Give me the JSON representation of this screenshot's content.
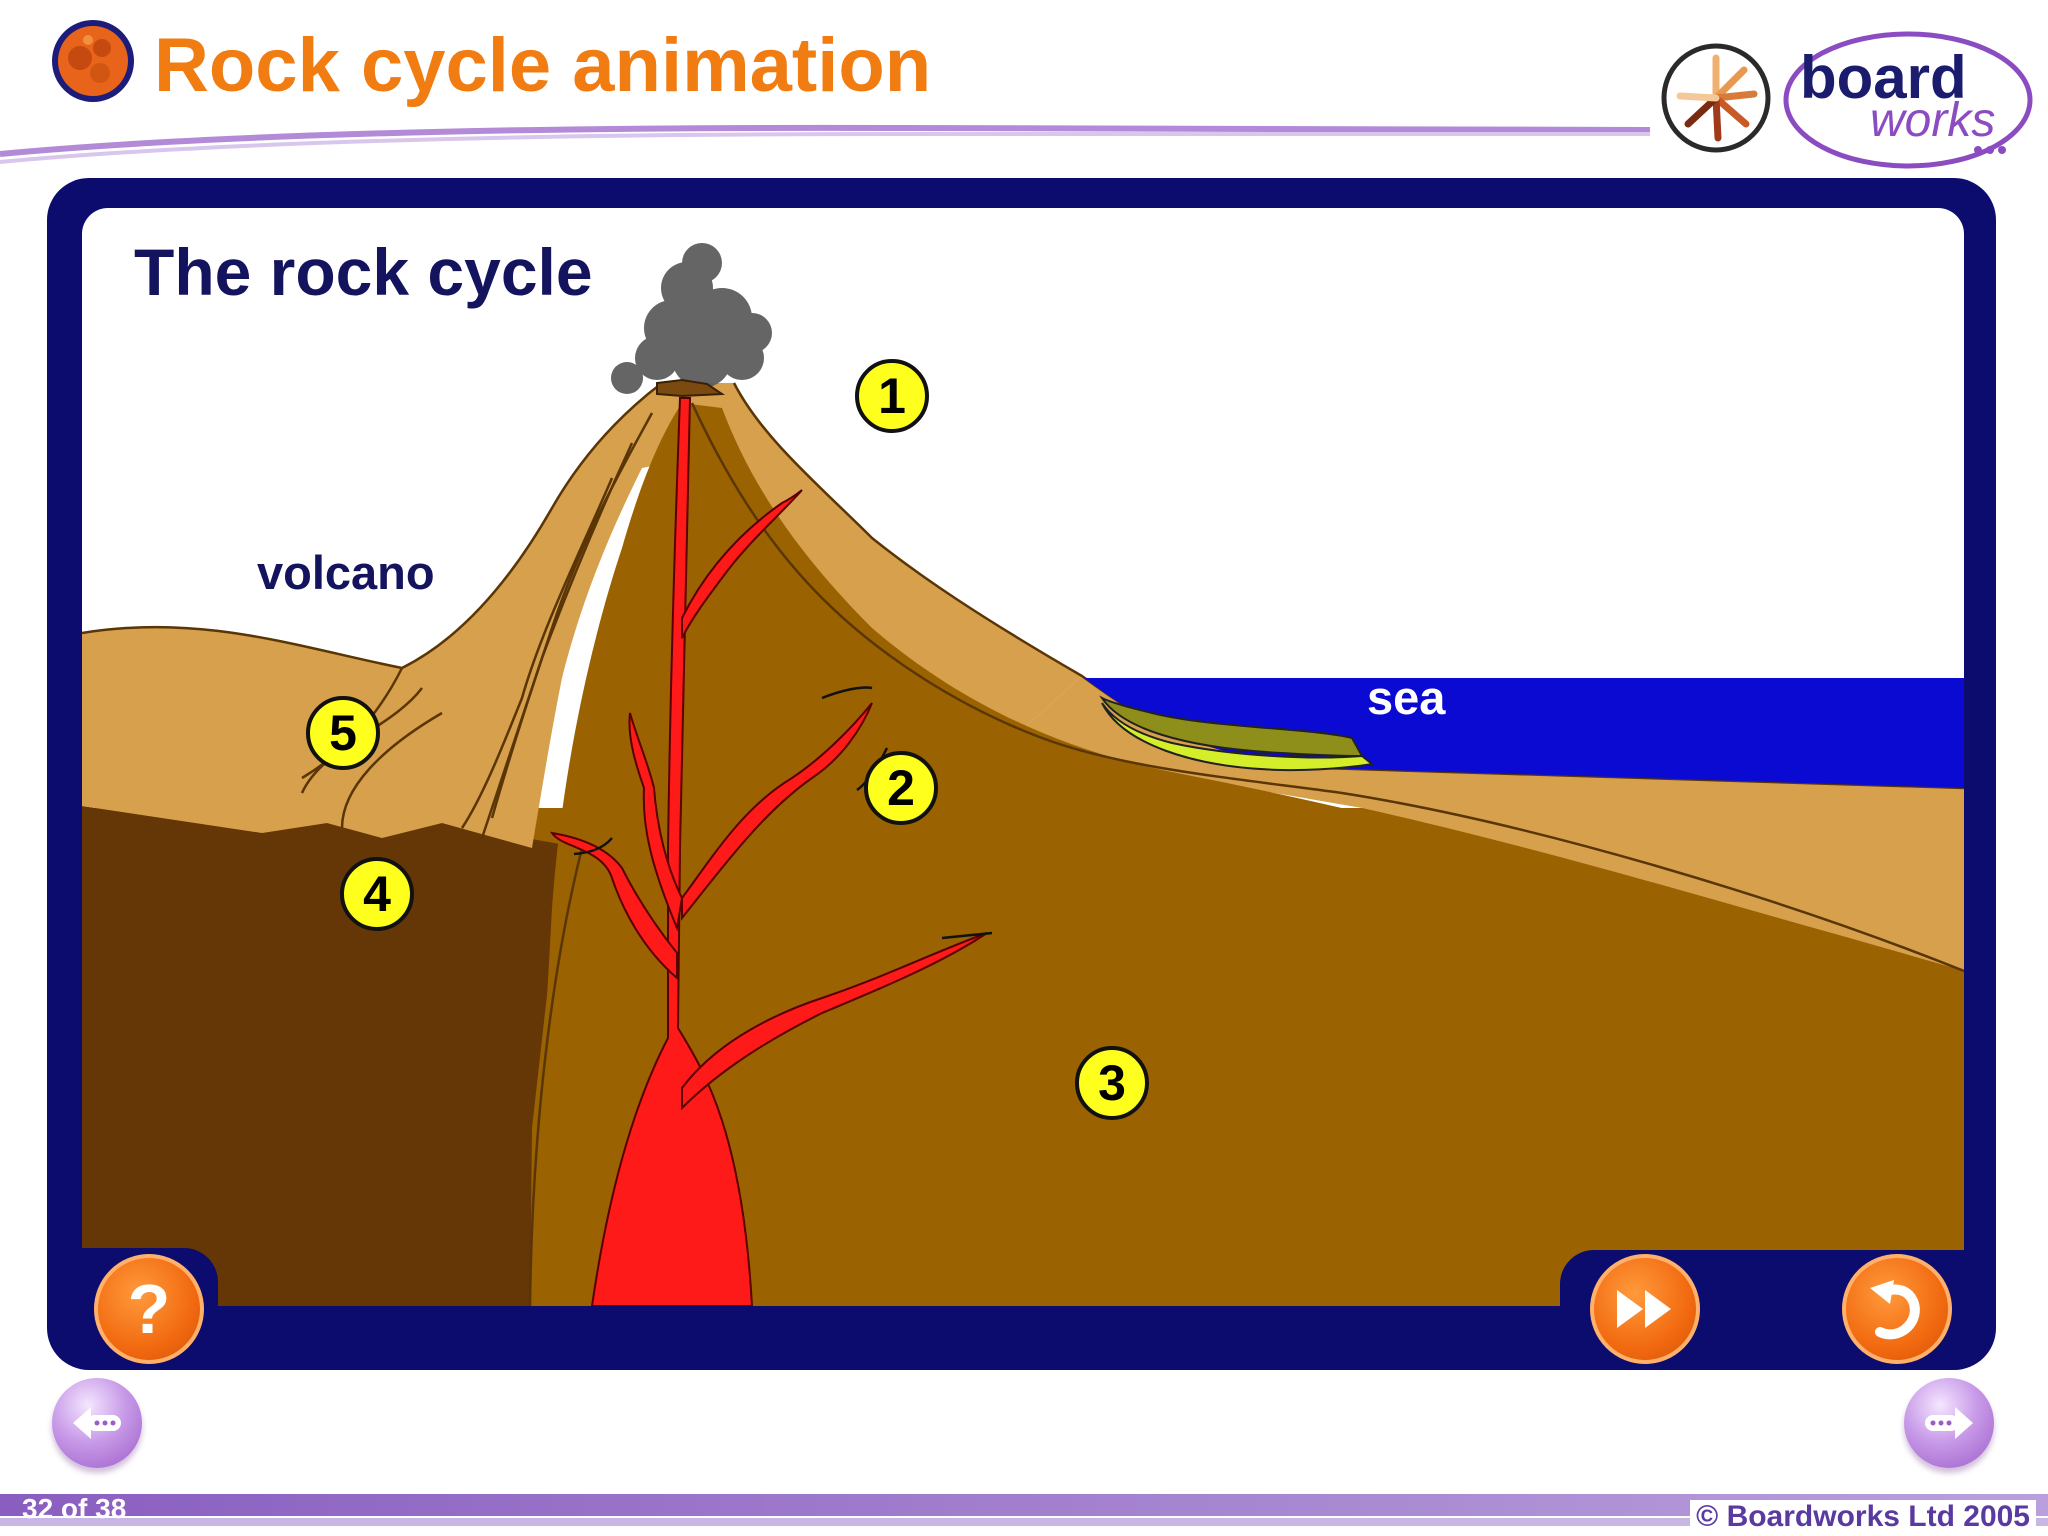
{
  "header": {
    "title": "Rock cycle animation",
    "logo_word1": "board",
    "logo_word2": "works",
    "icon": "rock-globe-icon"
  },
  "scene": {
    "title": "The rock cycle",
    "labels": {
      "volcano": "volcano",
      "sea": "sea"
    },
    "markers": [
      "1",
      "2",
      "3",
      "4",
      "5"
    ]
  },
  "controls": {
    "help_symbol": "?",
    "help_icon": "question-icon",
    "fast_forward_icon": "fast-forward-icon",
    "replay_icon": "replay-icon"
  },
  "navigation": {
    "previous_icon": "left-arrow-icon",
    "next_icon": "right-arrow-icon"
  },
  "footer": {
    "slide_counter": "32 of 38",
    "copyright": "© Boardworks Ltd 2005"
  },
  "colors": {
    "title_orange": "#f07c12",
    "frame_navy": "#0c0c6e",
    "marker_yellow": "#ffff1e",
    "magma_red": "#ff1a1a",
    "sea_blue": "#0a0ad2",
    "brand_purple": "#9b5cc8"
  }
}
